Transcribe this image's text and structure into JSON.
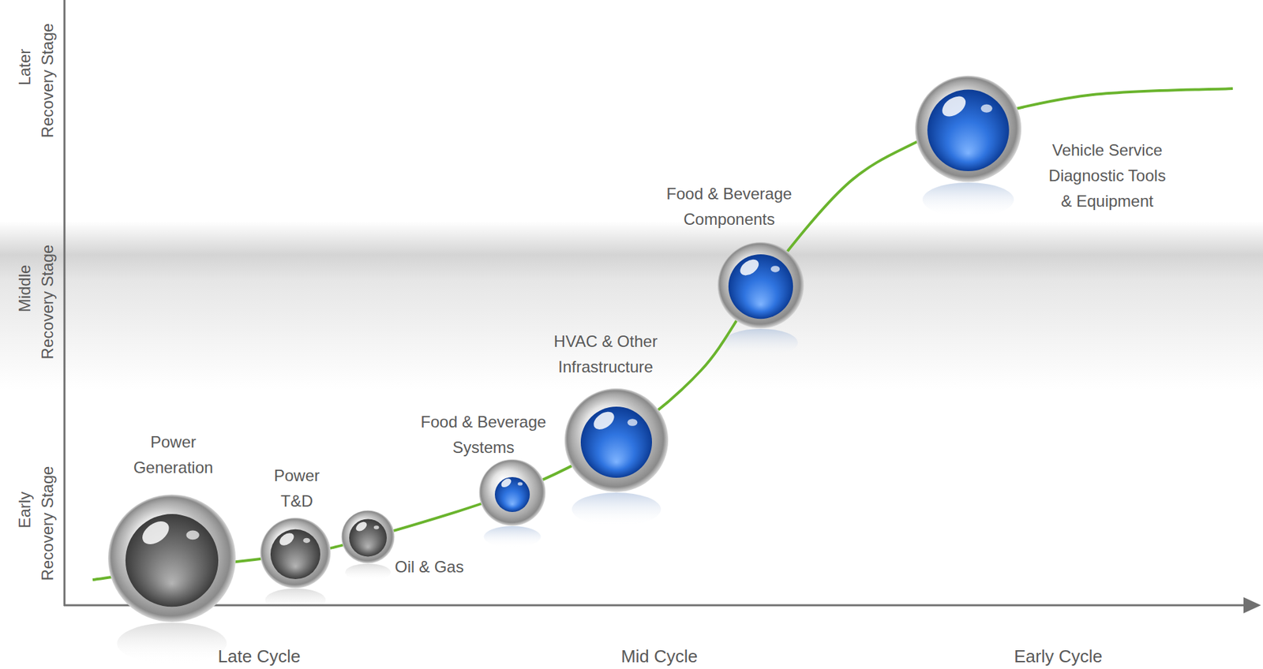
{
  "diagram": {
    "nodes": [
      {
        "text": [
          "Power Generation"
        ]
      },
      {
        "text": [
          "Power T&D"
        ]
      },
      {
        "text": [
          "Oil & Gas"
        ]
      },
      {
        "text": [
          "Food & Beverage Systems"
        ]
      },
      {
        "text": [
          "HVAC & Other Infrastructure"
        ]
      },
      {
        "text": [
          "Food & Beverage Components"
        ]
      },
      {
        "text": [
          "Vehicle Service Diagnostic Tools & Equipment"
        ]
      }
    ],
    "labels": [
      "Later Recovery Stage",
      "Middle Recovery Stage",
      "Early Recovery Stage",
      "Late Cycle",
      "Mid Cycle",
      "Early Cycle"
    ]
  }
}
